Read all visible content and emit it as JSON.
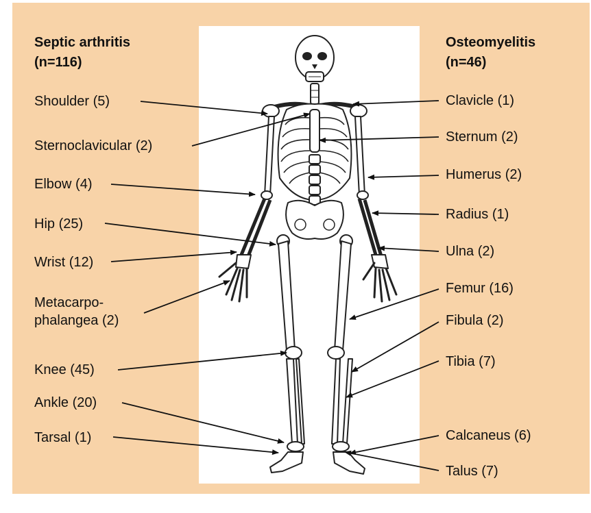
{
  "figure": {
    "left_header": {
      "line1": "Septic arthritis",
      "line2": "(n=116)"
    },
    "right_header": {
      "line1": "Osteomyelitis",
      "line2": "(n=46)"
    },
    "left_labels": [
      {
        "text": "Shoulder (5)"
      },
      {
        "text": "Sternoclavicular (2)"
      },
      {
        "text": "Elbow (4)"
      },
      {
        "text": "Hip (25)"
      },
      {
        "text": "Wrist (12)"
      },
      {
        "line1": "Metacarpo-",
        "line2": "phalangea (2)"
      },
      {
        "text": "Knee (45)"
      },
      {
        "text": "Ankle (20)"
      },
      {
        "text": "Tarsal (1)"
      }
    ],
    "right_labels": [
      {
        "text": "Clavicle (1)"
      },
      {
        "text": "Sternum (2)"
      },
      {
        "text": "Humerus (2)"
      },
      {
        "text": "Radius (1)"
      },
      {
        "text": "Ulna (2)"
      },
      {
        "text": "Femur (16)"
      },
      {
        "text": "Fibula (2)"
      },
      {
        "text": "Tibia (7)"
      },
      {
        "text": "Calcaneus (6)"
      },
      {
        "text": "Talus (7)"
      }
    ],
    "colors": {
      "panel_background": "#f8d3a8",
      "skeleton_background": "#ffffff",
      "line_color": "#111111"
    }
  }
}
